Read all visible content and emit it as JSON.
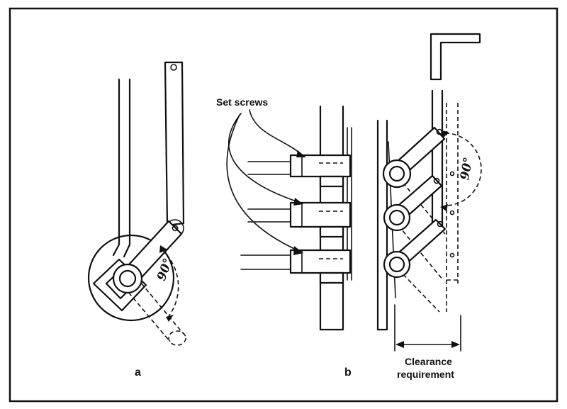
{
  "labels": {
    "set_screws": "Set screws",
    "angle_a": "90°",
    "angle_b": "90°",
    "panel_a": "a",
    "panel_b": "b",
    "clearance_line1": "Clearance",
    "clearance_line2": "requirement"
  }
}
